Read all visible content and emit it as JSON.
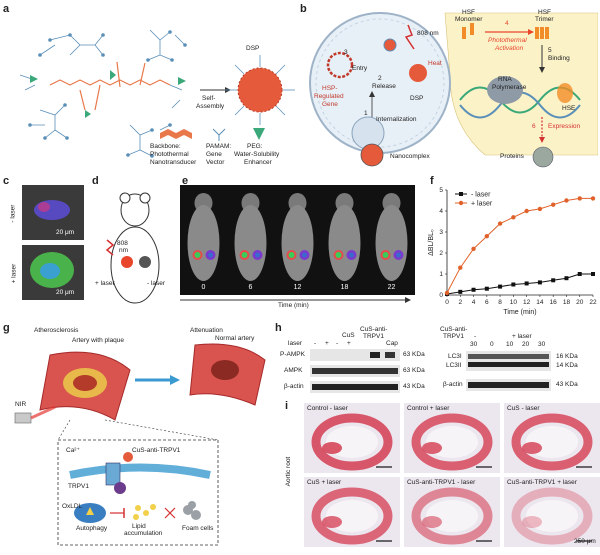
{
  "panel_labels": {
    "a": "a",
    "b": "b",
    "c": "c",
    "d": "d",
    "e": "e",
    "f": "f",
    "g": "g",
    "h": "h",
    "i": "i"
  },
  "panel_a": {
    "dsp": "DSP",
    "self_assembly_line1": "Self-",
    "self_assembly_line2": "Assembly",
    "legend": [
      {
        "name": "Backbone:",
        "desc1": "Photothermal",
        "desc2": "Nanotransducer"
      },
      {
        "name": "PAMAM:",
        "desc1": "Gene",
        "desc2": "Vector"
      },
      {
        "name": "PEG:",
        "desc1": "Water-Solubility",
        "desc2": "Enhancer"
      }
    ],
    "colors": {
      "backbone": "#e8784a",
      "pamam": "#5a8fb8",
      "peg": "#3aa879",
      "core": "#e65a3c"
    }
  },
  "panel_b": {
    "hsf_monomer_1": "HSF",
    "hsf_monomer_2": "Monomer",
    "hsf_trimer_1": "HSF",
    "hsf_trimer_2": "Trimer",
    "step4": "4",
    "photothermal_1": "Photothermal",
    "photothermal_2": "Activation",
    "step5": "5",
    "binding": "Binding",
    "nm808": "808 nm",
    "heat": "Heat",
    "step3": "3",
    "entry": "Entry",
    "step2": "2",
    "release": "Release",
    "hsp_1": "HSP-",
    "hsp_2": "Regulated",
    "hsp_3": "Gene",
    "dsp": "DSP",
    "step1": "1",
    "internalization": "Internalization",
    "rna_1": "RNA",
    "rna_2": "Polymerase",
    "hse": "HSE",
    "step6": "6",
    "expression": "Expression",
    "proteins": "Proteins",
    "nanocomplex": "Nanocomplex"
  },
  "panel_c": {
    "minus": "- laser",
    "plus": "+ laser",
    "scale": "20 μm"
  },
  "panel_d": {
    "nm1": "808",
    "nm2": "nm",
    "plus": "+ laser",
    "minus": "- laser"
  },
  "panel_e": {
    "times": [
      "0",
      "6",
      "12",
      "18",
      "22"
    ],
    "xlabel": "Time (min)"
  },
  "chart_data": {
    "type": "line",
    "xlabel": "Time (min)",
    "ylabel": "ΔBL/BL₀",
    "xlim": [
      0,
      22
    ],
    "ylim": [
      0,
      5
    ],
    "xticks": [
      0,
      2,
      4,
      6,
      8,
      10,
      12,
      14,
      16,
      18,
      20,
      22
    ],
    "yticks": [
      0,
      1,
      2,
      3,
      4,
      5
    ],
    "legend_position": "top-left",
    "series": [
      {
        "name": "- laser",
        "color": "#111111",
        "x": [
          0,
          2,
          4,
          6,
          8,
          10,
          12,
          14,
          16,
          18,
          20,
          22
        ],
        "y": [
          0.05,
          0.15,
          0.25,
          0.3,
          0.4,
          0.5,
          0.55,
          0.6,
          0.7,
          0.8,
          1.0,
          1.0
        ]
      },
      {
        "name": "+ laser",
        "color": "#e0622a",
        "x": [
          0,
          2,
          4,
          6,
          8,
          10,
          12,
          14,
          16,
          18,
          20,
          22
        ],
        "y": [
          0.1,
          1.3,
          2.2,
          2.8,
          3.4,
          3.7,
          4.0,
          4.1,
          4.3,
          4.5,
          4.6,
          4.6
        ]
      }
    ]
  },
  "panel_g": {
    "atherosclerosis": "Atherosclerosis",
    "artery_plaque": "Artery with plaque",
    "attenuation": "Attenuation",
    "normal_artery": "Normal artery",
    "nir": "NIR",
    "ca": "Ca²⁺",
    "cus": "CuS-anti-TRPV1",
    "trpv1": "TRPV1",
    "oxldl": "OxLDL",
    "autophagy": "Autophagy",
    "lipid_1": "Lipid",
    "lipid_2": "accumulation",
    "foam": "Foam cells"
  },
  "panel_h": {
    "laser": "laser",
    "lanes": [
      "-",
      "+",
      "-",
      "+"
    ],
    "cus": "CuS",
    "cus_anti_1": "CuS-anti-",
    "cus_anti_2": "TRPV1",
    "cap": "Cap",
    "rows": [
      "P-AMPK",
      "AMPK",
      "β-actin"
    ],
    "sizes": [
      "63 KDa",
      "63 KDa",
      "43 KDa"
    ],
    "right_cus_1": "CuS-anti-",
    "right_cus_2": "TRPV1",
    "right_minus": "-",
    "right_plus_laser": "+ laser",
    "right_times": [
      "30",
      "0",
      "10",
      "20",
      "30"
    ],
    "right_rows": [
      "LC3I",
      "LC3II",
      "β-actin"
    ],
    "right_sizes": [
      "16 KDa",
      "14 KDa",
      "43 KDa"
    ]
  },
  "panel_i": {
    "side_label": "Aortic root",
    "captions": [
      "Control - laser",
      "Control + laser",
      "CuS - laser",
      "CuS + laser",
      "CuS-anti-TRPV1 - laser",
      "CuS-anti-TRPV1 + laser"
    ],
    "scale": "250 μm"
  }
}
